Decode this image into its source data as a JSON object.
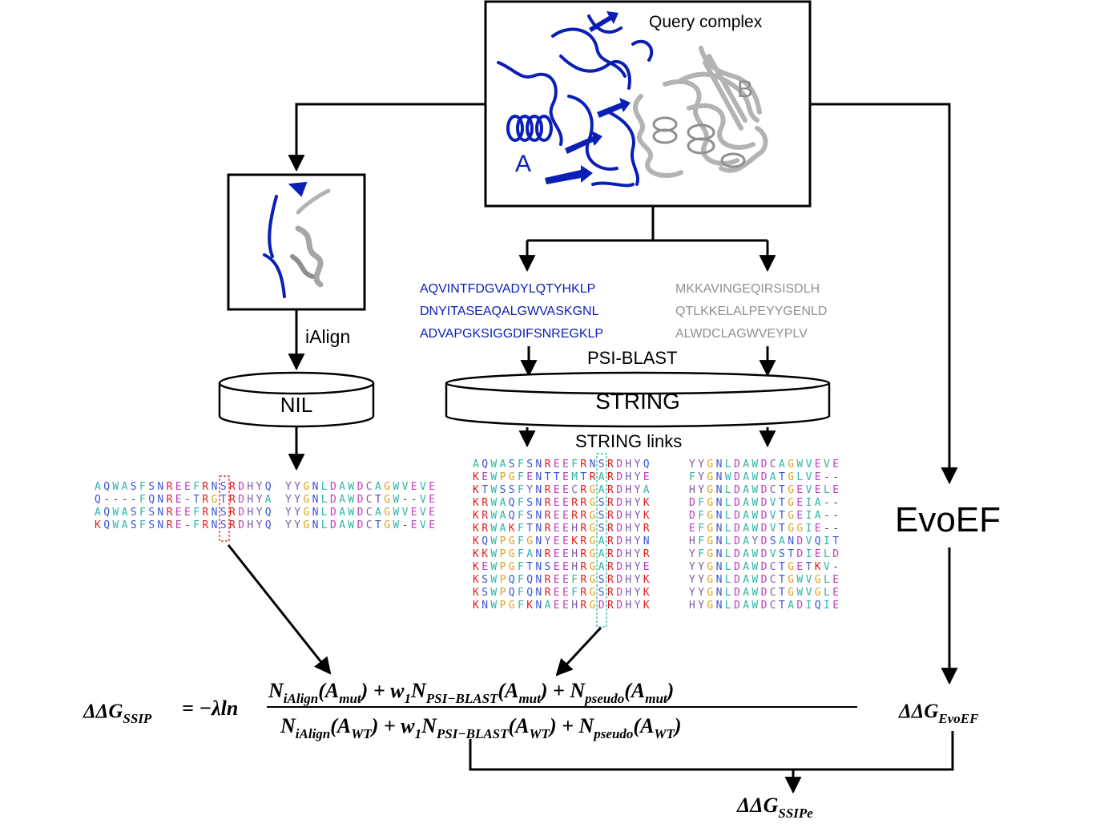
{
  "colors": {
    "chain_a": "#0a1fb5",
    "chain_b": "#8c8c8c",
    "cyan": "#2bb5a8",
    "red": "#e01a1a",
    "magenta": "#c23bc2",
    "blue": "#3a55d4",
    "orange": "#e0a21a",
    "purple": "#7f5aa8",
    "gray_seq": "#909090"
  },
  "query": {
    "title": "Query complex",
    "label_a": "A",
    "label_b": "B"
  },
  "ialign": {
    "label": "iAlign",
    "db": "NIL"
  },
  "sequences": {
    "chain_a": [
      "AQVINTFDGVADYLQTYHKLP",
      "DNYITASEAQALGWVASKGNL",
      "ADVAPGKSIGGDIFSNREGKLP"
    ],
    "chain_b": [
      "MKKAVINGEQIRSISDLH",
      "QTLKKELALPEYYGENLD",
      "ALWDCLAGWVEYPLV"
    ]
  },
  "psiblast": {
    "label": "PSI-BLAST",
    "db": "STRING",
    "links_label": "STRING links"
  },
  "evoef": {
    "label": "EvoEF"
  },
  "ialign_msa": {
    "left": [
      "AQWASFSNREEFRNSRDHYQ",
      "Q----FQNRE-TRGTRDHYA",
      "AQWASFSNREEFRNSRDHYQ",
      "KQWASFSNRE-FRNSRDHYQ"
    ],
    "right": [
      "YYGNLDAWDCAGWVEVE",
      "YYGNLDAWDCTGW--VE",
      "YYGNLDAWDCAGWVEVE",
      "YYGNLDAWDCTGW-EVE"
    ]
  },
  "string_msa": {
    "left": [
      "AQWASFSNREEFRNSRDHYQ",
      "KEWPGFENTTEMTRARDHYE",
      "KTWSSFYNREECRGARDHYA",
      "KRWAQFSNREERRGSRDHYK",
      "KRWAQFSNREERRGSRDHYK",
      "KRWAKFTNREEHRGSRDHYR",
      "KQWPGFGNYEEKRGARDHYN",
      "KKWPGFANREEHRGARDHYR",
      "KEWPGFTNSEEHRGARDHYE",
      "KSWPQFQNREEFRGSRDHYK",
      "KSWPQFQNREEFRGSRDHYK",
      "KNWPGFKNAEEHRGDRDHYK"
    ],
    "right": [
      "YYGNLDAWDCAGWVEVE",
      "FYGNWDAWDATGLVE--",
      "HYGNLDAWDCTGEVELE",
      "DFGNLDAWDVTGEIA--",
      "DFGNLDAWDVTGEIA--",
      "EFGNLDAWDVTGGIE--",
      "HFGNLDAYDSANDVQIT",
      "YFGNLDAWDVSTDIELD",
      "YYGNLDAWDCTGETKV-",
      "YYGNLDAWDCTGWVGLE",
      "YYGNLDAWDCTGWVGLE",
      "HYGNLDAWDCTADIQIE"
    ]
  },
  "formula": {
    "lhs": "ΔΔG",
    "lhs_sub": "SSIP",
    "eq": "= −λln",
    "num": [
      {
        "t": "N"
      },
      {
        "t": "iAlign",
        "sub": true
      },
      {
        "t": "(A"
      },
      {
        "t": "mut",
        "sub": true
      },
      {
        "t": ") + w"
      },
      {
        "t": "1",
        "sub": true
      },
      {
        "t": "N"
      },
      {
        "t": "PSI−BLAST",
        "sub": true
      },
      {
        "t": "(A"
      },
      {
        "t": "mut",
        "sub": true
      },
      {
        "t": ") + N"
      },
      {
        "t": "pseudo",
        "sub": true
      },
      {
        "t": "(A"
      },
      {
        "t": "mut",
        "sub": true
      },
      {
        "t": ")"
      }
    ],
    "den": [
      {
        "t": "N"
      },
      {
        "t": "iAlign",
        "sub": true
      },
      {
        "t": "(A"
      },
      {
        "t": "WT",
        "sub": true
      },
      {
        "t": ") + w"
      },
      {
        "t": "1",
        "sub": true
      },
      {
        "t": "N"
      },
      {
        "t": "PSI−BLAST",
        "sub": true
      },
      {
        "t": "(A"
      },
      {
        "t": "WT",
        "sub": true
      },
      {
        "t": ") + N"
      },
      {
        "t": "pseudo",
        "sub": true
      },
      {
        "t": "(A"
      },
      {
        "t": "WT",
        "sub": true
      },
      {
        "t": ")"
      }
    ],
    "evoef_lhs": "ΔΔG",
    "evoef_sub": "EvoEF",
    "final_lhs": "ΔΔG",
    "final_sub": "SSIPe"
  }
}
